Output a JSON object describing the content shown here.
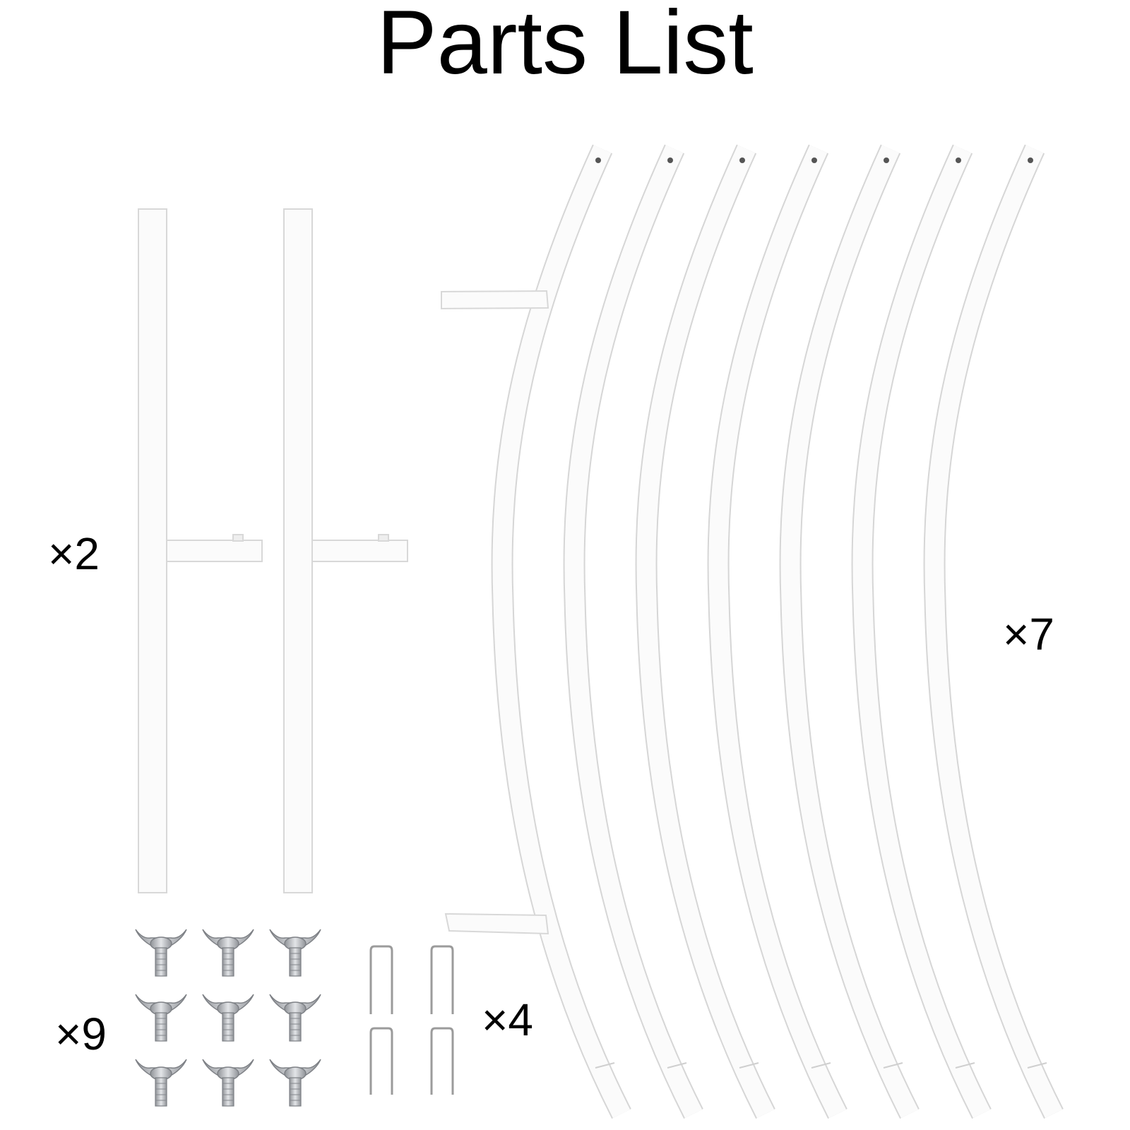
{
  "title": "Parts List",
  "parts": {
    "upright_posts": {
      "quantity_label": "×2",
      "icon": "square-post-icon"
    },
    "arch_tubes": {
      "quantity_label": "×7",
      "icon": "curved-tube-icon"
    },
    "wing_bolts": {
      "quantity_label": "×9",
      "icon": "wing-bolt-icon"
    },
    "ground_stakes": {
      "quantity_label": "×4",
      "icon": "u-stake-icon"
    }
  },
  "colors": {
    "background": "#ffffff",
    "part_fill": "#fbfbfb",
    "part_outline": "#d6d6d6",
    "metal_hardware": "#a9acb0",
    "text": "#000000"
  }
}
